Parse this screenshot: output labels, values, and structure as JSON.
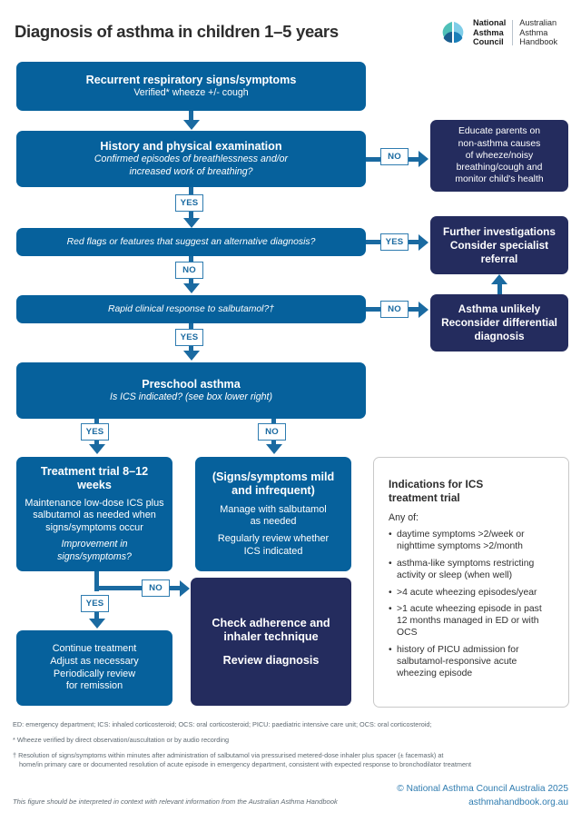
{
  "header": {
    "title": "Diagnosis of asthma in children 1–5 years",
    "logo": {
      "icon": "lungs-leaf-logo-icon",
      "left_line1": "National",
      "left_line2": "Asthma",
      "left_line3": "Council",
      "right_line1": "Australian",
      "right_line2": "Asthma",
      "right_line3": "Handbook"
    }
  },
  "flow": {
    "node_start": {
      "title": "Recurrent respiratory signs/symptoms",
      "sub": "Verified* wheeze +/- cough"
    },
    "node_history": {
      "title": "History and physical examination",
      "q_line1": "Confirmed episodes of breathlessness and/or",
      "q_line2": "increased work of breathing?"
    },
    "node_redflags": {
      "q": "Red flags or features that suggest an alternative diagnosis?"
    },
    "node_salbutamol": {
      "q": "Rapid clinical response to salbutamol?†"
    },
    "node_preschool": {
      "title": "Preschool asthma",
      "q": "Is ICS indicated? (see box lower right)"
    },
    "node_treatment_trial": {
      "title": "Treatment trial 8–12 weeks",
      "line1": "Maintenance low-dose ICS plus",
      "line2": "salbutamol as needed when",
      "line3": "signs/symptoms occur",
      "q_line1": "Improvement in",
      "q_line2": "signs/symptoms?"
    },
    "node_mild": {
      "title_line1": "(Signs/symptoms mild",
      "title_line2": "and infrequent)",
      "line1": "Manage with salbutamol",
      "line2": "as needed",
      "line3": "Regularly review whether",
      "line4": "ICS indicated"
    },
    "node_continue": {
      "line1": "Continue treatment",
      "line2": "Adjust as necessary",
      "line3": "Periodically review",
      "line4": "for remission"
    },
    "node_educate": {
      "line1": "Educate parents on",
      "line2": "non-asthma causes",
      "line3": "of wheeze/noisy",
      "line4": "breathing/cough and",
      "line5": "monitor child's health"
    },
    "node_further": {
      "line1": "Further investigations",
      "line2": "Consider specialist",
      "line3": "referral"
    },
    "node_unlikely": {
      "line1": "Asthma unlikely",
      "line2": "Reconsider differential",
      "line3": "diagnosis"
    },
    "node_adherence": {
      "line1": "Check adherence and",
      "line2": "inhaler technique",
      "line3": "Review diagnosis"
    },
    "labels": {
      "yes": "YES",
      "no": "NO"
    }
  },
  "panel": {
    "title_line1": "Indications for ICS",
    "title_line2": "treatment trial",
    "any_of": "Any of:",
    "items": [
      "daytime symptoms >2/week or nighttime symptoms >2/month",
      "asthma-like symptoms restricting activity or sleep (when well)",
      ">4 acute wheezing episodes/year",
      ">1 acute wheezing episode in past 12 months managed in ED or with OCS",
      "history of PICU admission for salbutamol-responsive acute wheezing episode"
    ]
  },
  "footnotes": {
    "abbrev": "ED: emergency department; ICS: inhaled corticosteroid; OCS: oral corticosteroid; PICU: paediatric intensive care unit; OCS: oral corticosteroid;",
    "star": "* Wheeze verified by direct observation/auscultation or by audio recording",
    "dagger_line1": "† Resolution of signs/symptoms within minutes after administration of salbutamol via pressurised metered-dose inhaler plus spacer (± facemask) at",
    "dagger_line2": "home/in primary care or documented resolution of acute episode in emergency department, consistent with expected response to bronchodilator treatment",
    "interpret": "This figure should be interpreted in context with relevant information from the Australian Asthma Handbook",
    "copyright": "© National Asthma Council Australia 2025",
    "url": "asthmahandbook.org.au"
  },
  "colors": {
    "primary_blue": "#06619c",
    "navy": "#242c5e",
    "connector_blue": "#1a6aa1",
    "link_blue": "#2f7cb0"
  }
}
